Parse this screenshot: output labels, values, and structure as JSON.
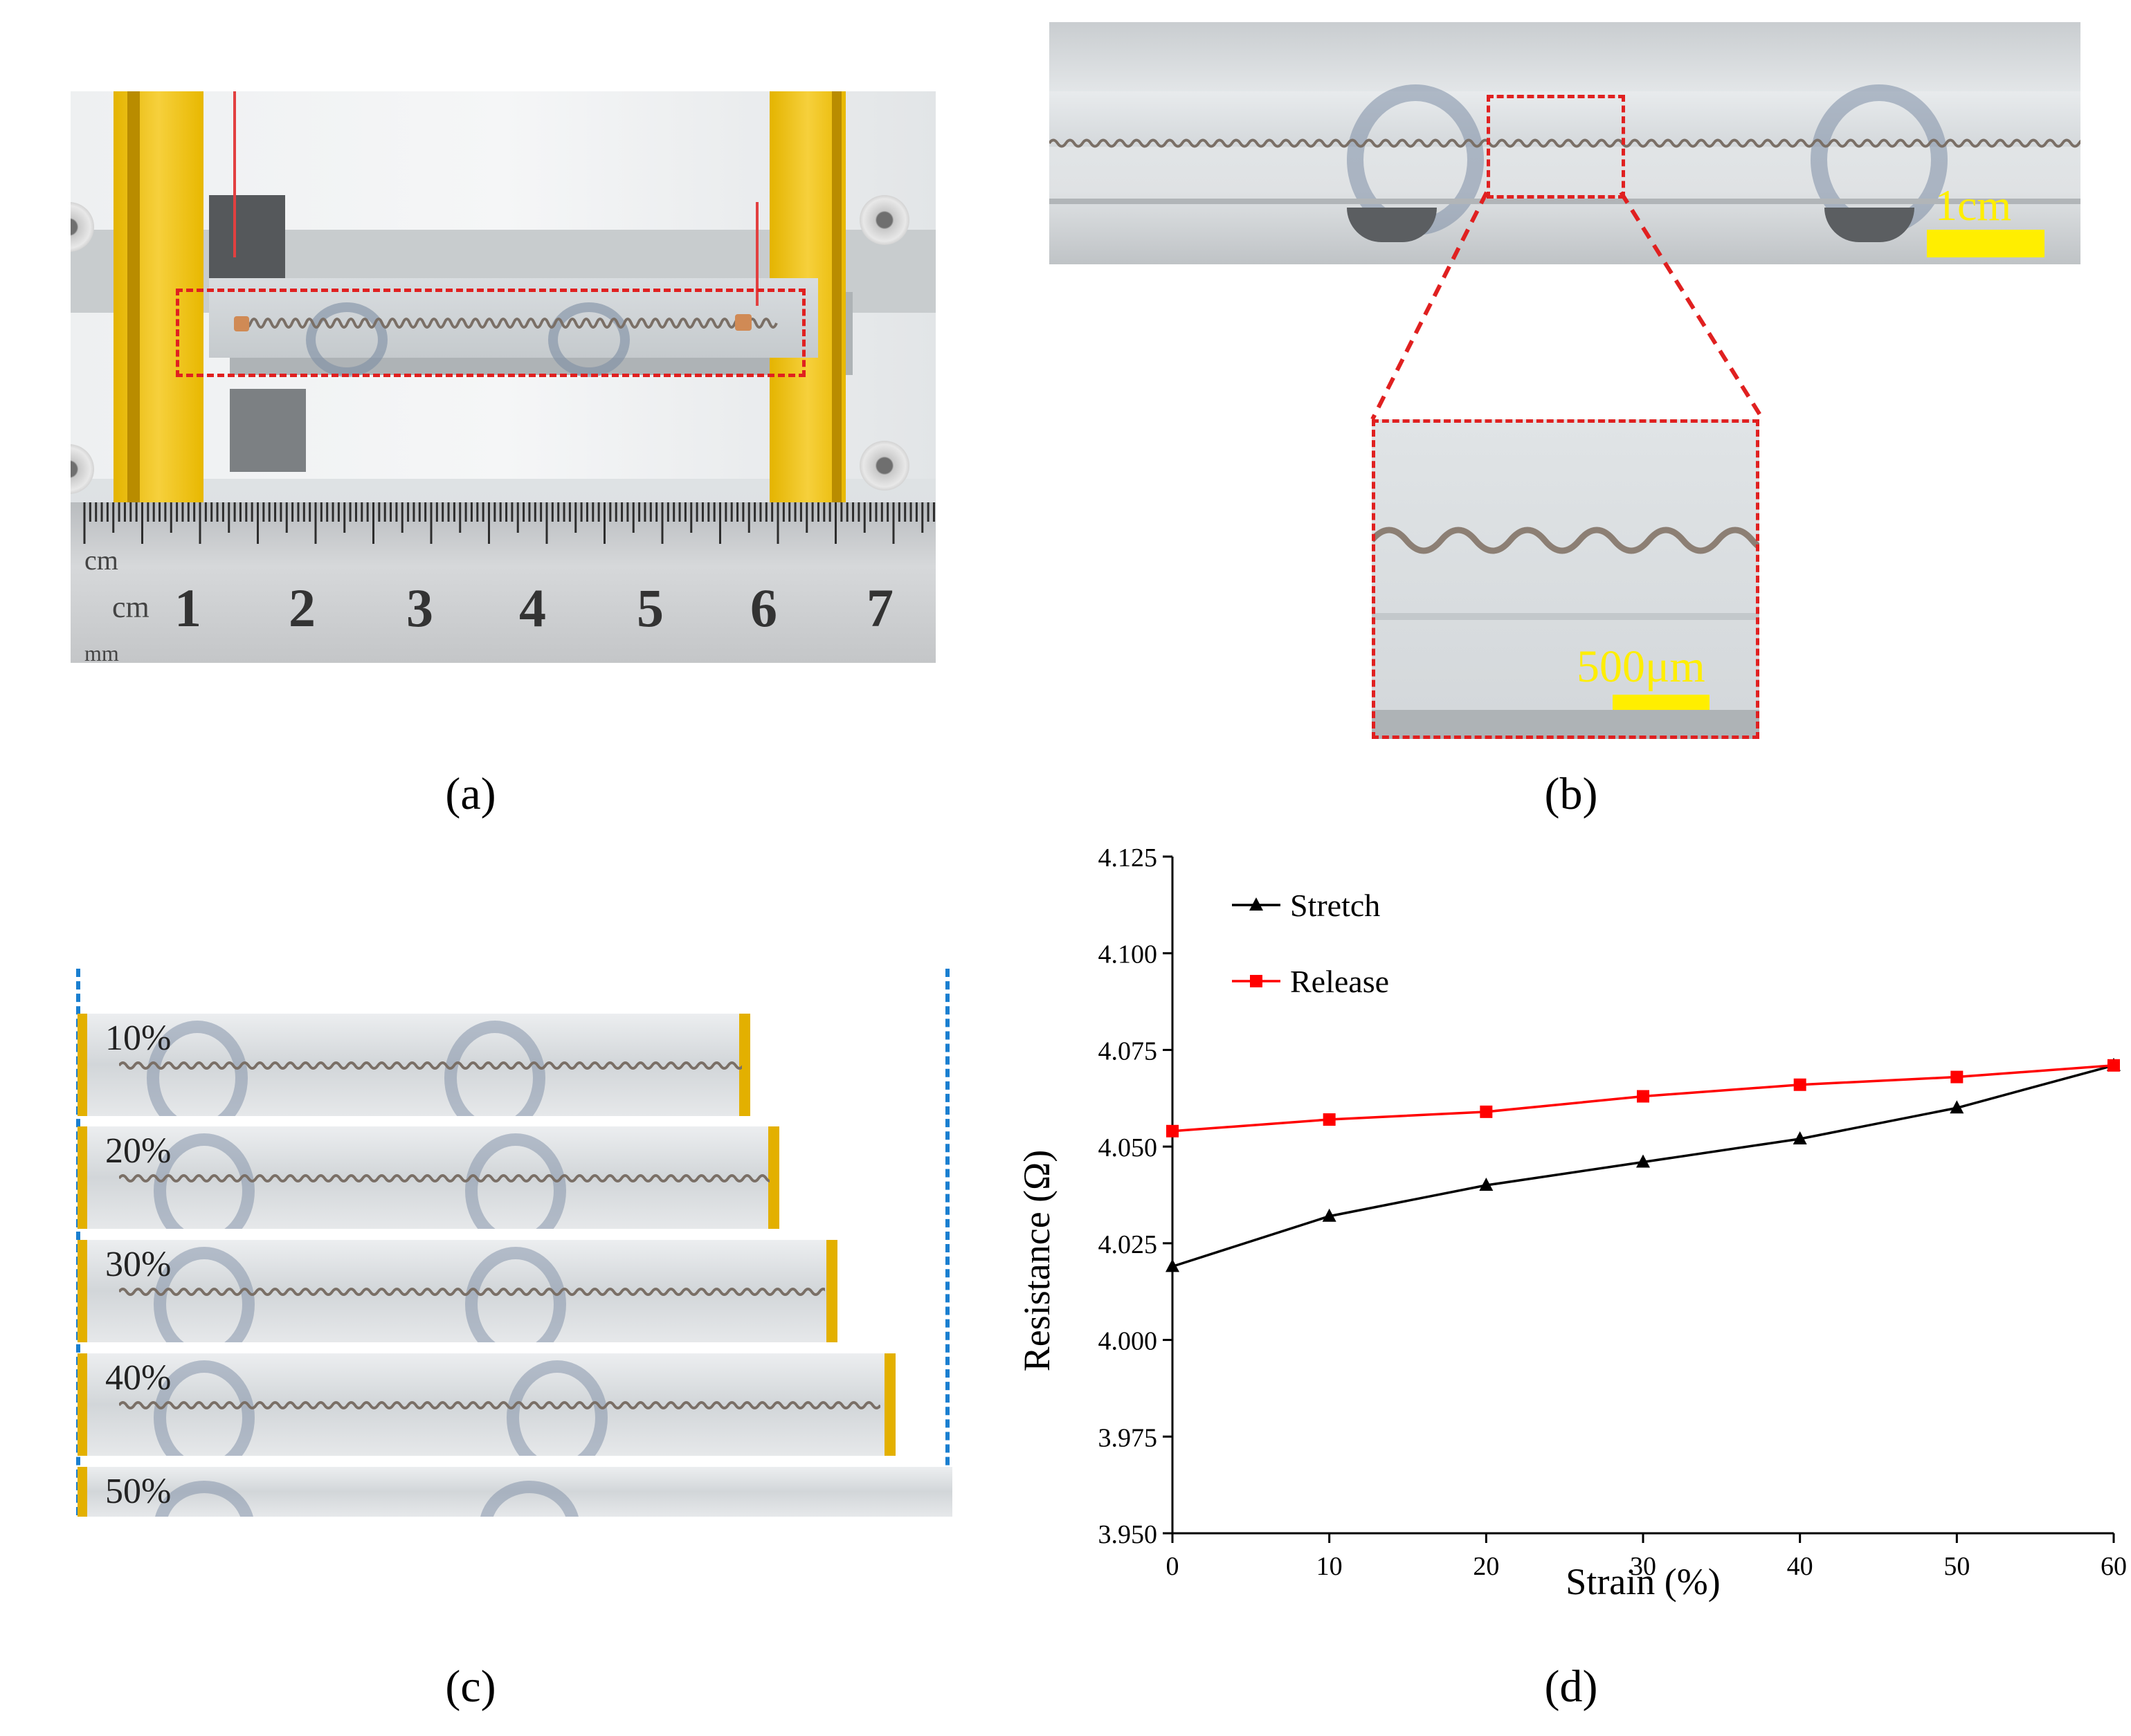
{
  "captions": {
    "a": "(a)",
    "b": "(b)",
    "c": "(c)",
    "d": "(d)"
  },
  "panel_a": {
    "ruler_numbers": [
      "1",
      "2",
      "3",
      "4",
      "5",
      "6",
      "7"
    ],
    "ruler_unit": "cm",
    "ruler_top_unit": "cm",
    "ruler_bottom_unit": "mm"
  },
  "panel_b": {
    "scale_main": "1cm",
    "scale_zoom": "500μm"
  },
  "panel_c": {
    "strains": [
      "10%",
      "20%",
      "30%",
      "40%",
      "50%"
    ]
  },
  "chart_data": {
    "type": "line",
    "xlabel": "Strain (%)",
    "ylabel": "Resistance (Ω)",
    "xlim": [
      0,
      60
    ],
    "ylim": [
      3.95,
      4.125
    ],
    "x_ticks": [
      "0",
      "10",
      "20",
      "30",
      "40",
      "50",
      "60"
    ],
    "y_ticks": [
      "3.950",
      "3.975",
      "4.000",
      "4.025",
      "4.050",
      "4.075",
      "4.100",
      "4.125"
    ],
    "legend_position": "top-left",
    "x": [
      0,
      10,
      20,
      30,
      40,
      50,
      60
    ],
    "series": [
      {
        "name": "Stretch",
        "color": "#000000",
        "marker": "triangle",
        "values": [
          4.019,
          4.032,
          4.04,
          4.046,
          4.052,
          4.06,
          4.071
        ]
      },
      {
        "name": "Release",
        "color": "#ff0000",
        "marker": "square",
        "values": [
          4.054,
          4.057,
          4.059,
          4.063,
          4.066,
          4.068,
          4.071
        ]
      }
    ]
  }
}
